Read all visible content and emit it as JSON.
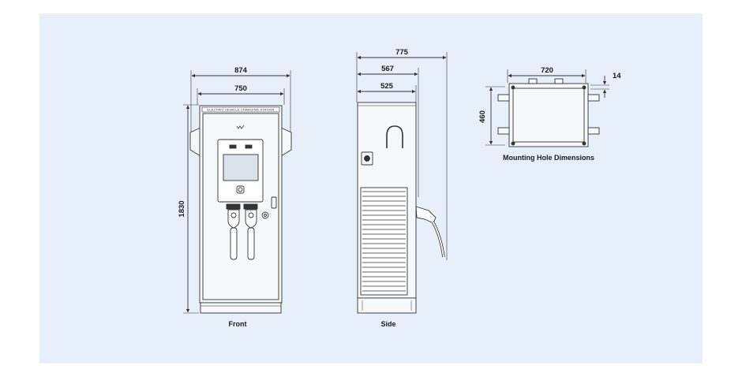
{
  "diagram": {
    "front": {
      "caption": "Front",
      "width_outer": "874",
      "width_inner": "750",
      "height": "1830",
      "top_banner": "ELECTRIC VEHICLE CHARGING STATION"
    },
    "side": {
      "caption": "Side",
      "depth_total": "775",
      "depth_mid": "567",
      "depth_body": "525"
    },
    "mounting": {
      "caption": "Mounting Hole Dimensions",
      "width": "720",
      "height": "460",
      "offset": "14"
    }
  },
  "colors": {
    "panel_background": "#e7f0fa",
    "line": "#333333",
    "cabinet_fill": "#f6f8fa"
  }
}
